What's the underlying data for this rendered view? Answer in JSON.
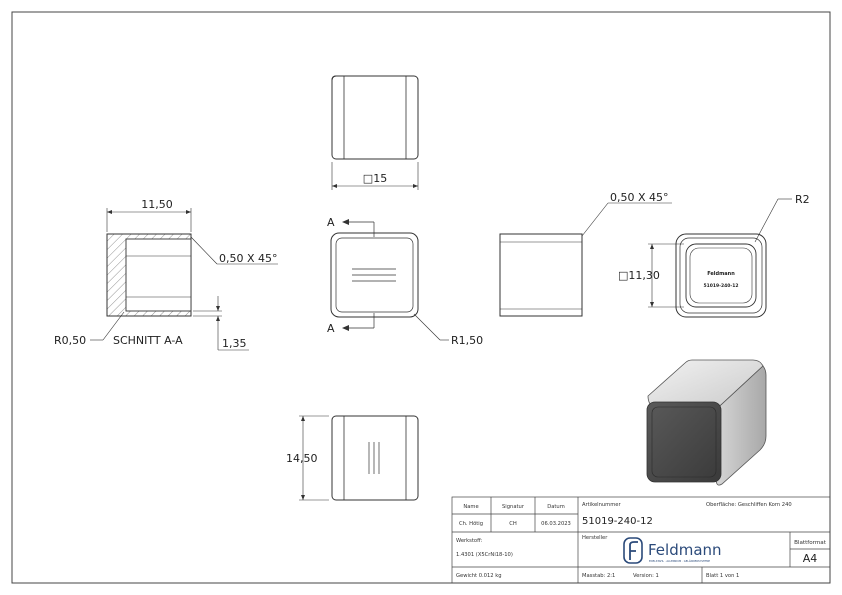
{
  "views": {
    "top": {
      "dim": "□15"
    },
    "section": {
      "width": "11,50",
      "chamfer": "0,50 X 45°",
      "radius": "R0,50",
      "label": "SCHNITT A-A",
      "thickness": "1,35"
    },
    "front": {
      "cut_top": "A",
      "cut_bottom": "A",
      "radius": "R1,50"
    },
    "side": {
      "chamfer": "0,50 X 45°"
    },
    "back": {
      "radius": "R2",
      "dim": "□11,30",
      "logo": "Feldmann",
      "part": "51019-240-12"
    },
    "bottom": {
      "height": "14,50"
    }
  },
  "title_block": {
    "name_h": "Name",
    "sig_h": "Signatur",
    "date_h": "Datum",
    "name": "Ch. Hötig",
    "sig": "CH",
    "date": "06.03.2023",
    "werkstoff_label": "Werkstoff:",
    "werkstoff": "1.4301 (X5CrNi18-10)",
    "gewicht": "Gewicht 0.012 kg",
    "artikel_label": "Artikelnummer",
    "artikel": "51019-240-12",
    "oberflaeche": "Oberfläche:  Geschliffen Korn 240",
    "hersteller_label": "Hersteller",
    "brand": "Feldmann",
    "brand_sub": "EDELSTAHL · ALUMINIUM · GELÄNDERSYSTEME",
    "blattformat_label": "Blattformat",
    "blattformat": "A4",
    "massstab": "Masstab: 2:1",
    "version": "Version: 1",
    "blatt": "Blatt 1 von 1"
  }
}
